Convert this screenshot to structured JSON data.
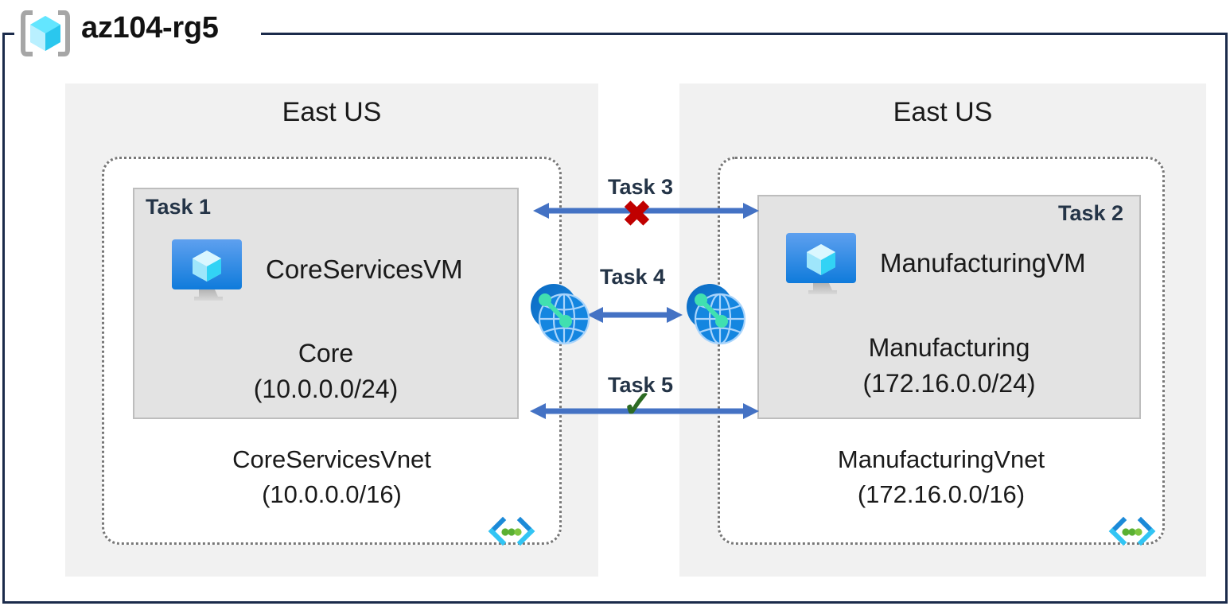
{
  "resource_group": {
    "name": "az104-rg5",
    "icon": "resource-group-cube-icon"
  },
  "regions": [
    {
      "id": "left",
      "label": "East US"
    },
    {
      "id": "right",
      "label": "East US"
    }
  ],
  "vnets": [
    {
      "id": "left",
      "name": "CoreServicesVnet",
      "cidr": "(10.0.0.0/16)",
      "icon": "vnet-icon",
      "subnet": {
        "task_tag": "Task 1",
        "name": "Core",
        "cidr": "(10.0.0.0/24)",
        "vm": {
          "name": "CoreServicesVM",
          "icon": "virtual-machine-icon"
        }
      }
    },
    {
      "id": "right",
      "name": "ManufacturingVnet",
      "cidr": "(172.16.0.0/16)",
      "icon": "vnet-icon",
      "subnet": {
        "task_tag": "Task 2",
        "name": "Manufacturing",
        "cidr": "(172.16.0.0/24)",
        "vm": {
          "name": "ManufacturingVM",
          "icon": "virtual-machine-icon"
        }
      }
    }
  ],
  "connections": [
    {
      "id": "task3",
      "label": "Task 3",
      "mark": "✖",
      "mark_kind": "blocked",
      "style": "double-arrow"
    },
    {
      "id": "task4",
      "label": "Task 4",
      "mark": "",
      "mark_kind": "none",
      "style": "double-arrow"
    },
    {
      "id": "task5",
      "label": "Task 5",
      "mark": "✓",
      "mark_kind": "allowed",
      "style": "double-arrow"
    }
  ],
  "peering_icons": [
    {
      "id": "left",
      "name": "vnet-peering-icon"
    },
    {
      "id": "right",
      "name": "vnet-peering-icon"
    }
  ],
  "colors": {
    "frame_border": "#1b2b4b",
    "region_fill": "#f1f1f1",
    "subnet_fill": "#e3e3e3",
    "subnet_border": "#bdbdbd",
    "vnet_border": "#777777",
    "arrow": "#4472c4",
    "blocked": "#c00000",
    "allowed": "#2d6b24",
    "task_text": "#243447",
    "azure_blue": "#0078d4",
    "cube_cyan": "#50e6ff"
  }
}
